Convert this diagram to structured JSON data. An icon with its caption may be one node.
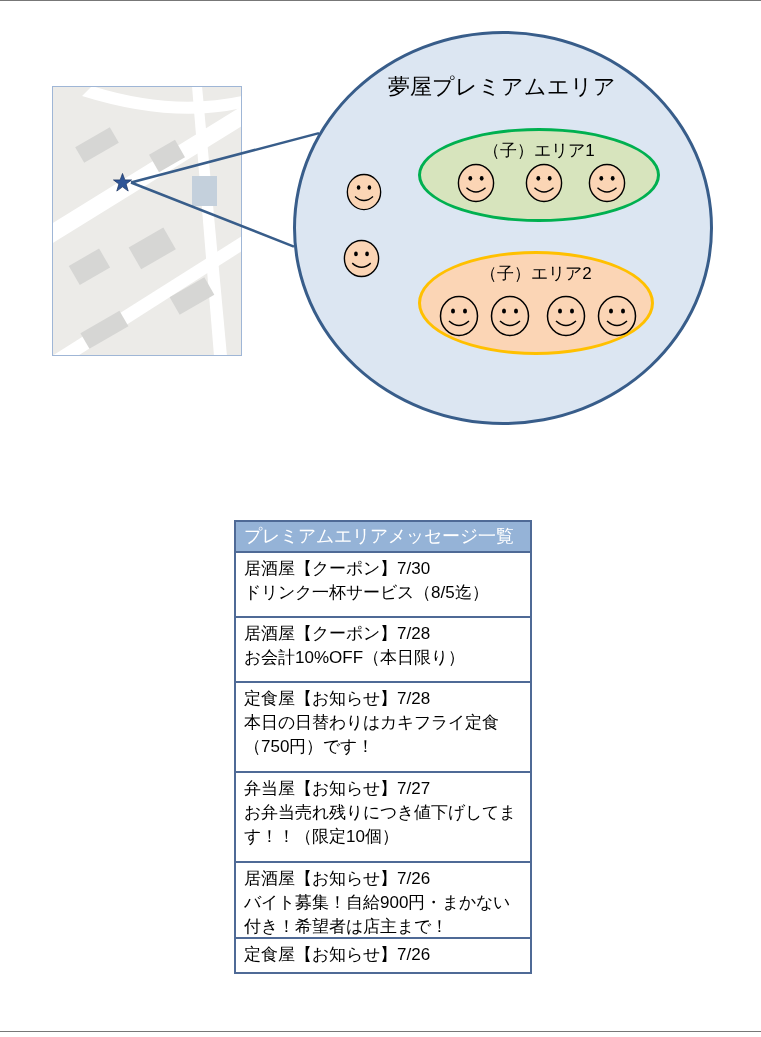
{
  "diagram": {
    "nodes": [
      {
        "text": [],
        "shape": "picture"
      },
      {
        "text": [
          "夢屋プレミアムエリア"
        ]
      },
      {
        "text": [],
        "shape": "person",
        "in": 1
      },
      {
        "text": [
          "（子）エリア1"
        ],
        "in": 1
      },
      {
        "text": [],
        "shape": "person",
        "in": 3
      },
      {
        "text": [],
        "shape": "person",
        "in": 3
      },
      {
        "text": [],
        "shape": "person",
        "in": 3
      },
      {
        "text": [],
        "shape": "person",
        "in": 1
      },
      {
        "text": [
          "（子）エリア2"
        ],
        "in": 1
      },
      {
        "text": [],
        "shape": "person",
        "in": 8
      },
      {
        "text": [],
        "shape": "person",
        "in": 8
      },
      {
        "text": [],
        "shape": "person",
        "in": 8
      },
      {
        "text": [],
        "shape": "person",
        "in": 8
      },
      {
        "text": [],
        "shape": "star",
        "in": 0
      }
    ],
    "edges": [
      {
        "from": 13,
        "to": 1,
        "arrow": "none"
      }
    ],
    "labels": [
      "プレミアムエリアメッセージ一覧",
      "居酒屋【クーポン】7/30",
      "ドリンク一杯サービス（8/5迄）",
      "居酒屋【クーポン】7/28",
      "お会計10%OFF（本日限り）",
      "定食屋【お知らせ】7/28",
      "本日の日替わりはカキフライ定食（750円）です！",
      "弁当屋【お知らせ】7/27",
      "お弁当売れ残りにつき値下げしてます！！（限定10個）",
      "居酒屋【お知らせ】7/26",
      "バイト募集！自給900円・まかない付き！希望者は店主まで！",
      "定食屋【お知らせ】7/26"
    ]
  }
}
